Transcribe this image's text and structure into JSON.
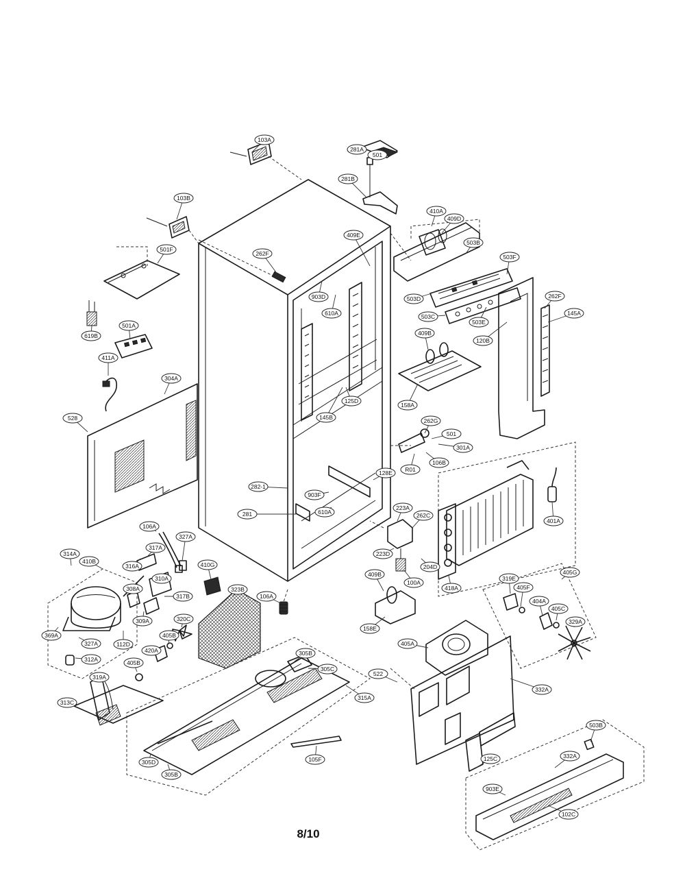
{
  "page_number": "8/10",
  "callouts": [
    "103A",
    "281A",
    "501",
    "281B",
    "103B",
    "410A",
    "409D",
    "501F",
    "262F",
    "409E",
    "503B",
    "503F",
    "903D",
    "610A",
    "503D",
    "503C",
    "503E",
    "262F",
    "145A",
    "619B",
    "501A",
    "120B",
    "409B",
    "411A",
    "304A",
    "158A",
    "528",
    "145B",
    "125D",
    "262G",
    "501",
    "301A",
    "R01",
    "106B",
    "282-1",
    "903F",
    "128E",
    "401A",
    "281",
    "610A",
    "223A",
    "262C",
    "106A",
    "314A",
    "410B",
    "316A",
    "317A",
    "327A",
    "410G",
    "223D",
    "204D",
    "308A",
    "310A",
    "317B",
    "100A",
    "418A",
    "323B",
    "106A",
    "309A",
    "319E",
    "405G",
    "405F",
    "404A",
    "405C",
    "369A",
    "327A",
    "112D",
    "320C",
    "405B",
    "409B",
    "329A",
    "158E",
    "312A",
    "420A",
    "405A",
    "405B",
    "319A",
    "305B",
    "305C",
    "522",
    "332A",
    "313C",
    "315A",
    "503B",
    "105F",
    "125C",
    "305D",
    "305B",
    "903E",
    "332A",
    "102C"
  ]
}
